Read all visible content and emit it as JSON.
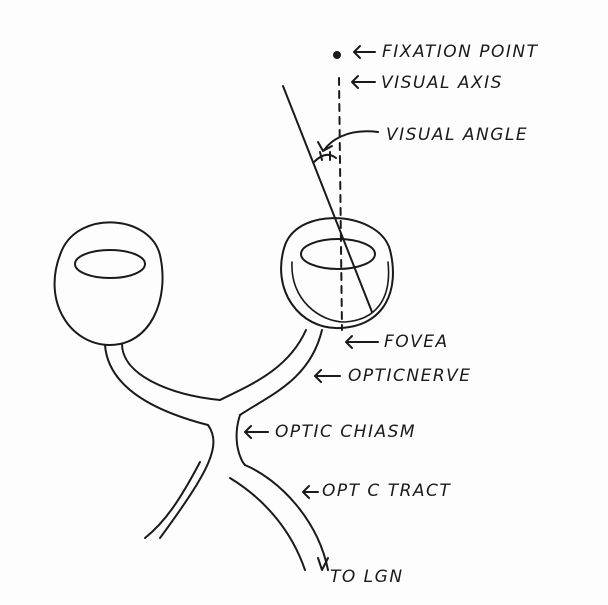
{
  "labels": {
    "fixation_point": "FIXATION POINT",
    "visual_axis": "VISUAL AXIS",
    "visual_angle": "VISUAL ANGLE",
    "fovea": "FOVEA",
    "optic_nerve": "OPTICNERVE",
    "optic_chiasm": "OPTIC CHIASM",
    "optic_tract": "OPT C TRACT",
    "to_lgn": "TO LGN"
  }
}
